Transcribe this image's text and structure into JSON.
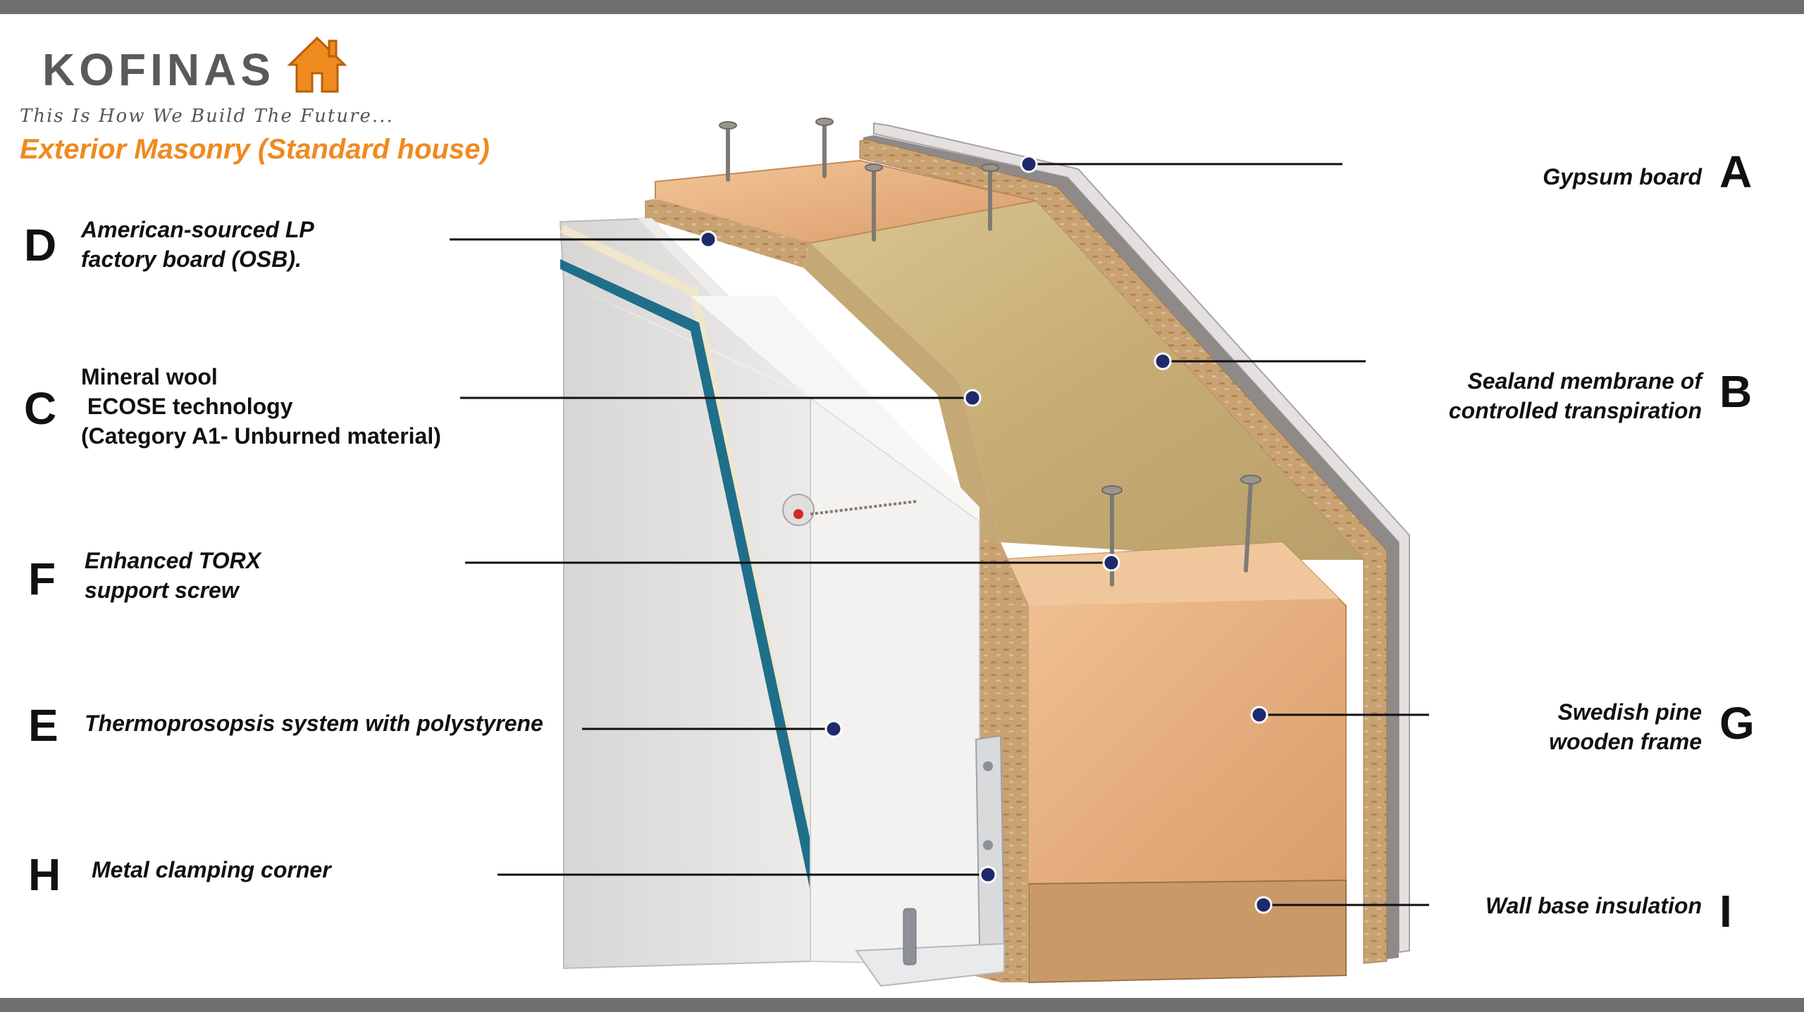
{
  "logo": {
    "text": "KOFINAS"
  },
  "tagline": "This Is How We Build The Future...",
  "title": "Exterior Masonry (Standard house)",
  "callouts": {
    "A": {
      "letter": "A",
      "lines": [
        "Gypsum board"
      ]
    },
    "B": {
      "letter": "B",
      "lines": [
        "Sealand membrane of",
        "controlled transpiration"
      ]
    },
    "C": {
      "letter": "C",
      "lines": [
        "Mineral wool",
        " ECOSE technology",
        "(Category A1- Unburned material)"
      ]
    },
    "D": {
      "letter": "D",
      "lines": [
        "American-sourced LP",
        "factory board (OSB)."
      ]
    },
    "E": {
      "letter": "E",
      "lines": [
        "Thermoprosopsis system with polystyrene"
      ]
    },
    "F": {
      "letter": "F",
      "lines": [
        "Enhanced TORX",
        "support screw"
      ]
    },
    "G": {
      "letter": "G",
      "lines": [
        "Swedish pine",
        "wooden frame"
      ]
    },
    "H": {
      "letter": "H",
      "lines": [
        "Metal clamping corner"
      ]
    },
    "I": {
      "letter": "I",
      "lines": [
        "Wall base insulation"
      ]
    }
  },
  "colors": {
    "bar": "#6e6f71",
    "accent": "#ef8a1f",
    "dot": "#1f2a6b",
    "wood": "#e8b88a",
    "wool": "#c9b27a",
    "osb": "#c8a070",
    "eps": "#dcdcdc",
    "membrane": "#1f6f8b"
  }
}
